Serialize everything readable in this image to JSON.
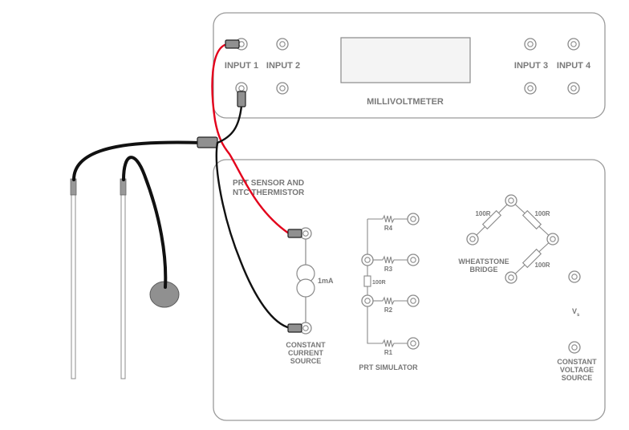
{
  "meter": {
    "input_labels": [
      "INPUT 1",
      "INPUT 2",
      "INPUT 3",
      "INPUT 4"
    ],
    "title": "MILLIVOLTMETER",
    "display_reading": ""
  },
  "board": {
    "sensor_title_line1": "PRT SENSOR AND",
    "sensor_title_line2": "NTC THERMISTOR",
    "current_source_value": "1mA",
    "current_source_label": [
      "CONSTANT",
      "CURRENT",
      "SOURCE"
    ],
    "prt_resistors": [
      "R4",
      "R3",
      "R2",
      "R1"
    ],
    "prt_series_resistor": "100R",
    "prt_label": "PRT SIMULATOR",
    "bridge_resistors": [
      "100R",
      "100R",
      "100R"
    ],
    "bridge_label": [
      "WHEATSTONE",
      "BRIDGE"
    ],
    "vs_label": "V",
    "vs_subscript": "s",
    "voltage_source_label": [
      "CONSTANT",
      "VOLTAGE",
      "SOURCE"
    ]
  },
  "colors": {
    "panel_border": "#9a9a9a",
    "wire_red": "#e3001b",
    "wire_black": "#111111",
    "display_fill": "#f4f4f4",
    "probe_tip": "#8c8c8c"
  }
}
